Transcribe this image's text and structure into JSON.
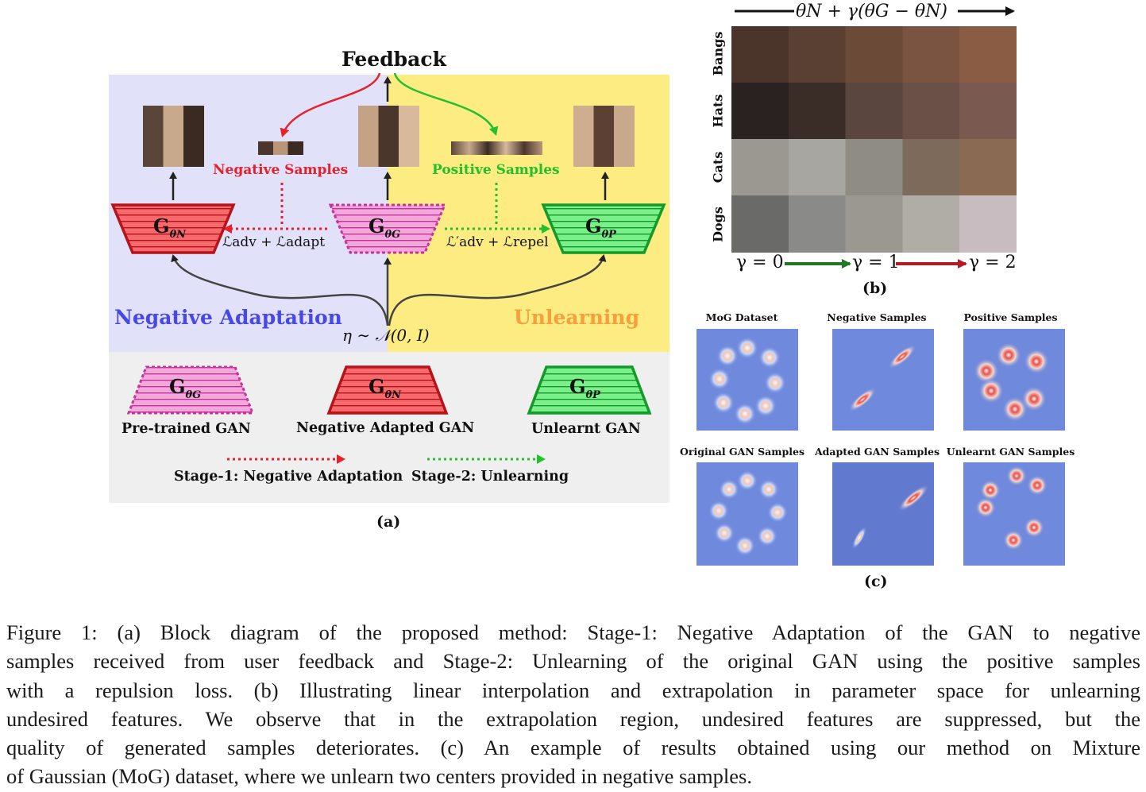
{
  "panel_a": {
    "feedback": "Feedback",
    "negative_samples": "Negative Samples",
    "positive_samples": "Positive Samples",
    "gen_negative": "G",
    "gen_negative_sub": "θN",
    "gen_pretrained": "G",
    "gen_pretrained_sub": "θG",
    "gen_positive": "G",
    "gen_positive_sub": "θP",
    "loss_left": "ℒadv + ℒadapt",
    "loss_right": "ℒ′adv + ℒrepel",
    "negative_adaptation": "Negative Adaptation",
    "unlearning": "Unlearning",
    "noise": "η ∼ 𝒩(0, I)",
    "legend": {
      "pretrained_label": "Pre-trained GAN",
      "negative_label": "Negative Adapted GAN",
      "unlearnt_label": "Unlearnt GAN",
      "stage1": "Stage-1: Negative Adaptation",
      "stage2": "Stage-2: Unlearning"
    },
    "caption_letter": "(a)"
  },
  "panel_b": {
    "top_formula": "θN + γ(θG − θN)",
    "rows": [
      "Bangs",
      "Hats",
      "Cats",
      "Dogs"
    ],
    "gamma0": "γ = 0",
    "gamma1": "γ = 1",
    "gamma2": "γ = 2",
    "caption_letter": "(b)"
  },
  "panel_c": {
    "titles": [
      "MoG Dataset",
      "Negative Samples",
      "Positive Samples",
      "Original GAN Samples",
      "Adapted GAN Samples",
      "Unlearnt GAN Samples"
    ],
    "caption_letter": "(c)"
  },
  "colors": {
    "panel_a_left_bg": "#e1e1fa",
    "panel_a_right_bg": "#fdec82",
    "panel_a_bottom_bg": "#efefef",
    "negative_red": "#e8202a",
    "positive_green": "#22c02a",
    "blue_text": "#4848e8",
    "orange_text": "#f5a03c",
    "plot_blue": "#6f89dc"
  },
  "caption": {
    "lines": [
      "Figure 1: (a) Block diagram of the proposed method: Stage-1: Negative Adaptation of the GAN to negative",
      "samples received from user feedback and Stage-2: Unlearning of the original GAN using the positive samples",
      "with a repulsion loss. (b) Illustrating linear interpolation and extrapolation in parameter space for unlearning",
      "undesired features. We observe that in the extrapolation region, undesired features are suppressed, but the",
      "quality of generated samples deteriorates. (c) An example of results obtained using our method on Mixture",
      "of Gaussian (MoG) dataset, where we unlearn two centers provided in negative samples."
    ]
  }
}
